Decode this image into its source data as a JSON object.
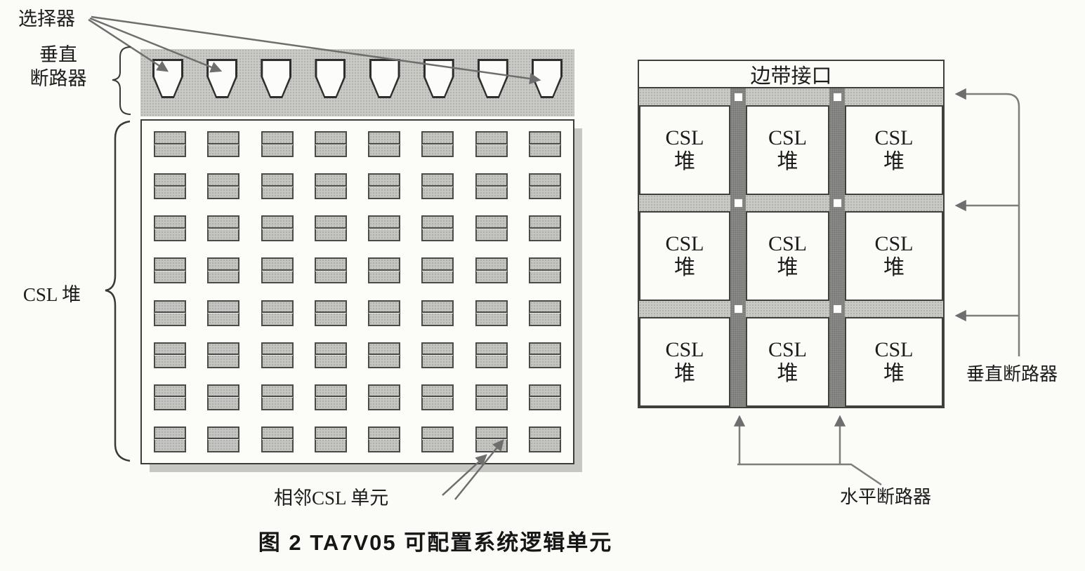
{
  "caption": "图 2  TA7V05 可配置系统逻辑单元",
  "left_diagram": {
    "selector_label": "选择器",
    "vertical_breaker_label_line1": "垂直",
    "vertical_breaker_label_line2": "断路器",
    "csl_stack_label": "CSL 堆",
    "adjacent_csl_label": "相邻CSL 单元",
    "selector_count": 8,
    "grid_rows": 8,
    "grid_cols": 8
  },
  "right_diagram": {
    "sideband_interface_label": "边带接口",
    "csl_cell_line1": "CSL",
    "csl_cell_line2": "堆",
    "grid_rows": 3,
    "grid_cols": 3,
    "vertical_breaker_label": "垂直断路器",
    "horizontal_breaker_label": "水平断路器"
  },
  "colors": {
    "background": "#fbfbf8",
    "band_gray": "#c9c9c6",
    "cell_gray": "#c4c4c1",
    "strip_dark_gray": "#8f8f8c",
    "border_dark": "#3c3c3c",
    "arrow_gray": "#6e6e6e",
    "text_black": "#1c1c1c"
  }
}
